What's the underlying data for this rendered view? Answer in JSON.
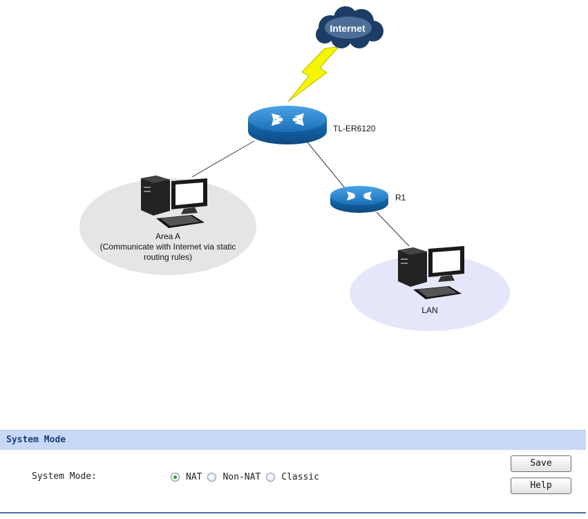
{
  "diagram": {
    "cloud_label": "Internet",
    "router_main_label": "TL-ER6120",
    "router_r1_label": "R1",
    "area_a_lines": [
      "Area A",
      "(Communicate with Internet via static",
      "routing rules)"
    ],
    "lan_label": "LAN"
  },
  "panel": {
    "title": "System Mode",
    "field_label": "System Mode:",
    "options": [
      {
        "label": "NAT",
        "selected": true
      },
      {
        "label": "Non-NAT",
        "selected": false
      },
      {
        "label": "Classic",
        "selected": false
      }
    ],
    "save_label": "Save",
    "help_label": "Help"
  },
  "colors": {
    "router_blue": "#1a6fb6",
    "cloud": "#1e3d66",
    "lightning": "#f5f500",
    "area_a_fill": "#e5e5e5",
    "lan_fill": "#e6e6fa",
    "header_bg": "#c7d9f6",
    "header_text": "#1c3d7a",
    "radio_checked": "#2aa52a"
  }
}
